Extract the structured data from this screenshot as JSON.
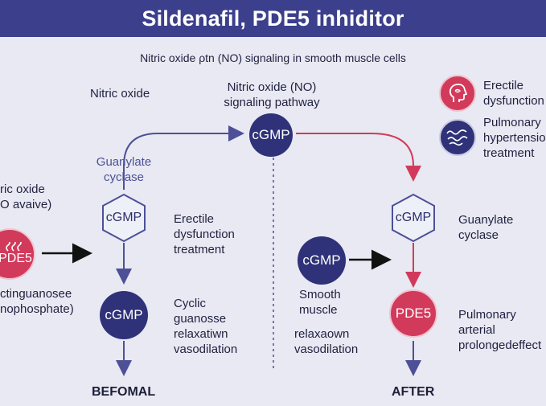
{
  "title": "Sildenafil, PDE5 inhiditor",
  "subtitle": "Nitric oxide ρtn (NO) signaling in smooth muscle cells",
  "labels": {
    "nitric_oxide_top_left": "Nitric oxide",
    "pathway_line1": "Nitric oxide (NO)",
    "pathway_line2": "signaling pathway",
    "guanylate_left_line1": "Guanylate",
    "guanylate_left_line2": "cyclase",
    "left_edge_line1": "ric oxide",
    "left_edge_line2": "O avaive)",
    "left_edge_line3": "ctinguanosee",
    "left_edge_line4": "nophosphate)",
    "erectile_mid_line1": "Erectile",
    "erectile_mid_line2": "dysfunction",
    "erectile_mid_line3": "treatment",
    "cyclic_line1": "Cyclic",
    "cyclic_line2": "guanosse",
    "cyclic_line3": "relaxatiwn",
    "cyclic_line4": "vasodilation",
    "smooth_line1": "Smooth",
    "smooth_line2": "muscle",
    "relax_line1": "relaxaown",
    "relax_line2": "vasodilation",
    "guanylate_right_line1": "Guanylate",
    "guanylate_right_line2": "cyclase",
    "pulm_arterial_line1": "Pulmonary",
    "pulm_arterial_line2": "arterial",
    "pulm_arterial_line3": "prolongedeffect",
    "before": "BEFOMAL",
    "after": "AFTER"
  },
  "nodes": {
    "cgmp_top": "cGMP",
    "pde5_left": "PDE5",
    "cgmp_hex_left": "cGMP",
    "cgmp_circle_left": "cGMP",
    "cgmp_mid": "cGMP",
    "cgmp_hex_right": "cGMP",
    "pde5_right": "PDE5"
  },
  "legend": {
    "erectile_line1": "Erectile",
    "erectile_line2": "dysfunction",
    "erectile_icon": "head-profile-icon",
    "pulmonary_line1": "Pulmonary",
    "pulmonary_line2": "hypertension",
    "pulmonary_line3": "treatment",
    "pulmonary_icon": "lungs-squiggle-icon"
  },
  "colors": {
    "banner": "#3b3f8c",
    "navy": "#2f3278",
    "red": "#d23a5c",
    "arrow_navy": "#4d5097",
    "arrow_red": "#d23a5c",
    "background": "#e8e9f2"
  }
}
